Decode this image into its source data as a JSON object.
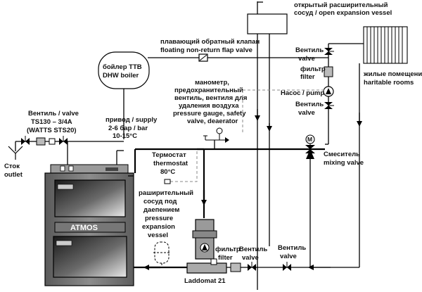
{
  "labels": {
    "open_vessel_1": "открытый расширительный",
    "open_vessel_2": "сосуд / open expansion vessel",
    "flap_1": "плавающий обратный клапан",
    "flap_2": "floating non-return flap valve",
    "boiler_1": "бойлер ТТВ",
    "boiler_2": "DHW boiler",
    "valve_top_1": "Вентиль",
    "valve_top_2": "valve",
    "filter_1": "фильтр",
    "filter_2": "filter",
    "pump": "Насос / pump",
    "valve_mid_1": "Вентиль",
    "valve_mid_2": "valve",
    "rooms_1": "жилые помещения",
    "rooms_2": "haritable rooms",
    "gauge_1": "манометр,",
    "gauge_2": "предохранительный",
    "gauge_3": "вентиль, вентиля для",
    "gauge_4": "удаления воздуха",
    "gauge_5": "pressure gauge, safety",
    "gauge_6": "valve, deaerator",
    "valve_left_1": "Вентиль / valve",
    "valve_left_2": "TS130 – 3/4A",
    "valve_left_3": "(WATTS STS20)",
    "supply_1": "привод / supply",
    "supply_2": "2-6 бар / bar",
    "supply_3": "10-15°C",
    "outlet_1": "Сток",
    "outlet_2": "outlet",
    "thermostat_1": "Термостат",
    "thermostat_2": "thermostat",
    "thermostat_3": "80°C",
    "mixing_1": "Смеситель",
    "mixing_2": "mixing valve",
    "pressure_vessel_1": "раширительный",
    "pressure_vessel_2": "сосуд под",
    "pressure_vessel_3": "даепением",
    "pressure_vessel_4": "pressure",
    "pressure_vessel_5": "expansion",
    "pressure_vessel_6": "vessel",
    "brand": "ATMOS",
    "filter_bottom_1": "фильтр",
    "filter_bottom_2": "filter",
    "valve_bottom_1": "Вентиль",
    "valve_bottom_2": "valve",
    "valve_bottom_right_1": "Вентиль",
    "valve_bottom_right_2": "valve",
    "laddomat": "Laddomat 21",
    "mixer_symbol": "M"
  },
  "colors": {
    "pipe": "#000000",
    "dashed": "#888888",
    "boiler_body": "#7a7a7a",
    "boiler_dark": "#3c3c3c",
    "laddomat": "#9a9a9a",
    "background": "#ffffff"
  }
}
